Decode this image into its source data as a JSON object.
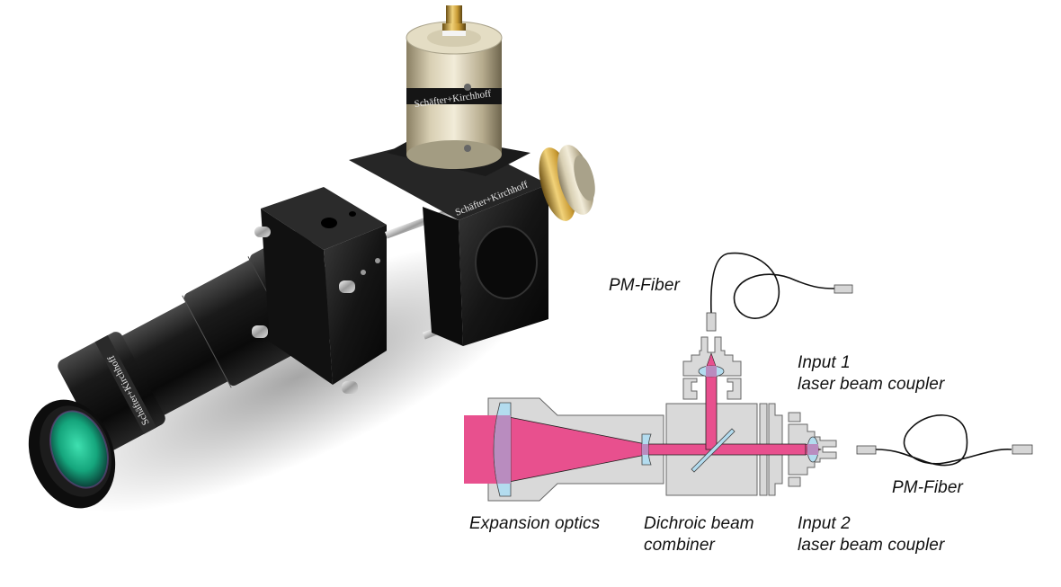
{
  "figure": {
    "title": "Beam combiner with expansion optics and two fiber laser beam couplers",
    "photo": {
      "brand_text": "Schäfter+Kirchhoff",
      "description": "Product photo of fiber-coupled beam combiner assembly"
    },
    "labels": {
      "pm_fiber_top": "PM-Fiber",
      "pm_fiber_right": "PM-Fiber",
      "input1_line1": "Input 1",
      "input1_line2": "laser beam coupler",
      "input2_line1": "Input 2",
      "input2_line2": "laser beam coupler",
      "expansion": "Expansion optics",
      "dichroic_line1": "Dichroic beam",
      "dichroic_line2": "combiner"
    },
    "colors": {
      "beam": "#e8508e",
      "beam_through_lens": "#b98cbf",
      "housing": "#d9d9d9",
      "housing_stroke": "#555555",
      "lens": "#b3dcef",
      "fiber": "#111111",
      "connector": "#d6d6d6"
    }
  }
}
